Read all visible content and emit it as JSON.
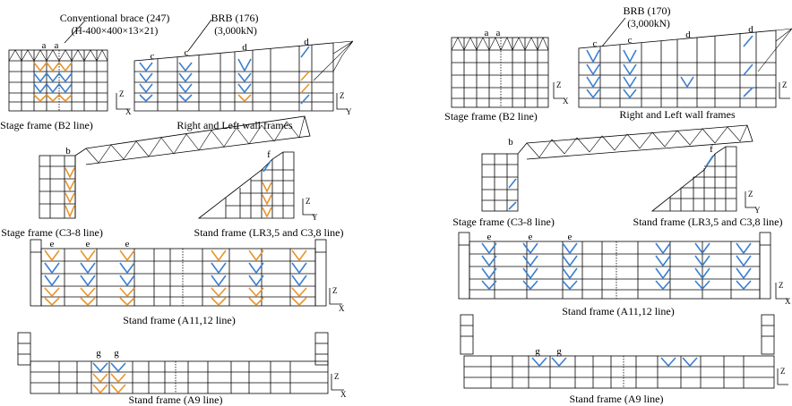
{
  "left": {
    "conv_brace_label": "Conventional brace (247)",
    "conv_brace_dims": "(H-400×400×13×21)",
    "brb_label": "BRB (176)",
    "brb_cap": "(3,000kN)",
    "captions": {
      "stage_b2": "Stage frame (B2 line)",
      "wall": "Right and Left wall frames",
      "stage_c38": "Stage frame (C3-8 line)",
      "stand_lr": "Stand frame (LR3,5 and C3,8 line)",
      "stand_a1112": "Stand frame (A11,12 line)",
      "stand_a9": "Stand frame (A9 line)"
    }
  },
  "right": {
    "brb_label": "BRB (170)",
    "brb_cap": "(3,000kN)",
    "captions": {
      "stage_b2": "Stage frame (B2 line)",
      "wall": "Right and Left wall frames",
      "stage_c38": "Stage frame (C3-8 line)",
      "stand_lr": "Stand frame (LR3,5 and C3,8 line)",
      "stand_a1112": "Stand frame (A11,12 line)",
      "stand_a9": "Stand frame (A9 line)"
    }
  },
  "markers": {
    "a": "a",
    "b": "b",
    "c": "c",
    "d": "d",
    "e": "e",
    "f": "f",
    "g": "g"
  },
  "axes": {
    "x": "X",
    "y": "Y",
    "z": "Z"
  },
  "colors": {
    "brb": "#3a7fd0",
    "conventional": "#e8952a"
  }
}
